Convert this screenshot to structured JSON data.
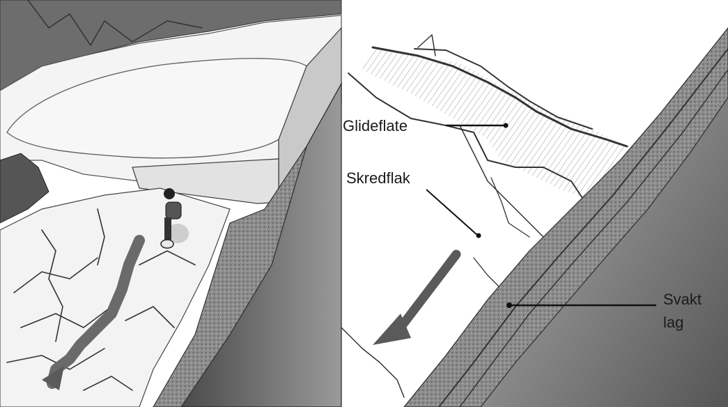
{
  "labels": {
    "glideflate": "Glideflate",
    "skredflak": "Skredflak",
    "svakt_lag_line1": "Svakt",
    "svakt_lag_line2": "lag"
  }
}
